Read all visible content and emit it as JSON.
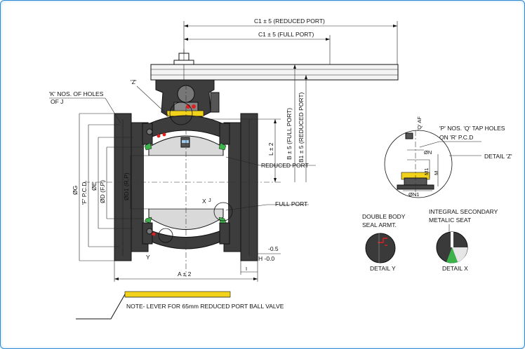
{
  "diagram": {
    "dim_c1_reduced": "C1 ± 5 (REDUCED PORT)",
    "dim_c1_full": "C1 ± 5 (FULL PORT)",
    "k_holes_line1": "'K' NOS. OF HOLES",
    "k_holes_line2": "OF   J",
    "label_z": "'Z'",
    "dim_b_full": "B ± 5 (FULL PORT)",
    "dim_b1_reduced": "B1 ± 5 (REDUCED PORT)",
    "dim_l": "L ± 2",
    "reduced_port": "REDUCED PORT",
    "full_port": "FULL PORT",
    "dim_g": "ØG",
    "dim_f_pcd": "'F' P.C.D.",
    "dim_e": "ØE",
    "dim_d": "ØD (F.P)",
    "dim_d1": "ØD1 (R.P)",
    "label_x": "X",
    "label_j": "J",
    "label_y": "Y",
    "dim_a": "A ± 2",
    "tol_minus": "-0.5",
    "tol_h": "H -0.0",
    "dim_i": "I",
    "note_lever": "NOTE- LEVER FOR 65mm REDUCED PORT BALL VALVE",
    "detail_z": {
      "q_af": "'Q' AF",
      "p_holes_line1": "'P' NOS. 'Q' TAP HOLES",
      "p_holes_line2": "ON 'R' P.C.D",
      "title": "DETAIL 'Z'",
      "dim_n": "ØN",
      "dim_m1": "M1",
      "dim_m": "M",
      "dim_n1": "ØN1"
    },
    "detail_y": {
      "caption_line1": "DOUBLE BODY",
      "caption_line2": "SEAL ARMT.",
      "title": "DETAIL Y"
    },
    "detail_x": {
      "caption_line1": "INTEGRAL SECONDARY",
      "caption_line2": "METALIC SEAT",
      "title": "DETAIL X"
    }
  }
}
